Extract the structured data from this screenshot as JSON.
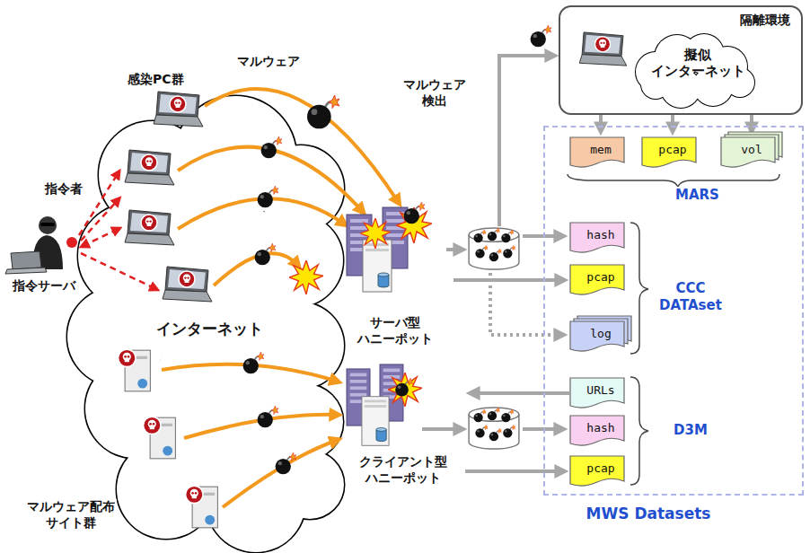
{
  "diagram": {
    "nodes": [
      {
        "text": [
          "隔離環境"
        ]
      },
      {
        "text": [
          "擬似 インターネット"
        ],
        "in": 0
      },
      {
        "text": [
          "MWS Datasets"
        ]
      },
      {
        "text": [
          "mem"
        ],
        "in": 2
      },
      {
        "text": [
          "pcap"
        ],
        "in": 2
      },
      {
        "text": [
          "vol"
        ],
        "in": 2
      },
      {
        "text": [
          "hash"
        ],
        "in": 2
      },
      {
        "text": [
          "pcap"
        ],
        "in": 2
      },
      {
        "text": [
          "log"
        ],
        "in": 2
      },
      {
        "text": [
          "URLs"
        ],
        "in": 2
      },
      {
        "text": [
          "hash"
        ],
        "in": 2
      },
      {
        "text": [
          "pcap"
        ],
        "in": 2
      },
      {
        "text": [
          "サーバ型 ハニーポット"
        ]
      },
      {
        "text": [
          "クライアント型 ハニーポット"
        ]
      }
    ],
    "edges": [
      {
        "from": 0,
        "to": 3,
        "arrow": "to"
      },
      {
        "from": 0,
        "to": 4,
        "arrow": "to"
      },
      {
        "from": 0,
        "to": 5,
        "arrow": "to"
      },
      {
        "from": 12,
        "to": 7,
        "arrow": "to"
      },
      {
        "from": 9,
        "to": 13,
        "arrow": "to"
      },
      {
        "from": 13,
        "to": 11,
        "arrow": "to"
      }
    ],
    "labels": [
      "感染PC群",
      "マルウェア",
      "マルウェア 検出",
      "指令者",
      "指令サーバ",
      "インターネット",
      "マルウェア配布 サイト群",
      "MARS",
      "CCC DATAset",
      "D3M"
    ]
  }
}
